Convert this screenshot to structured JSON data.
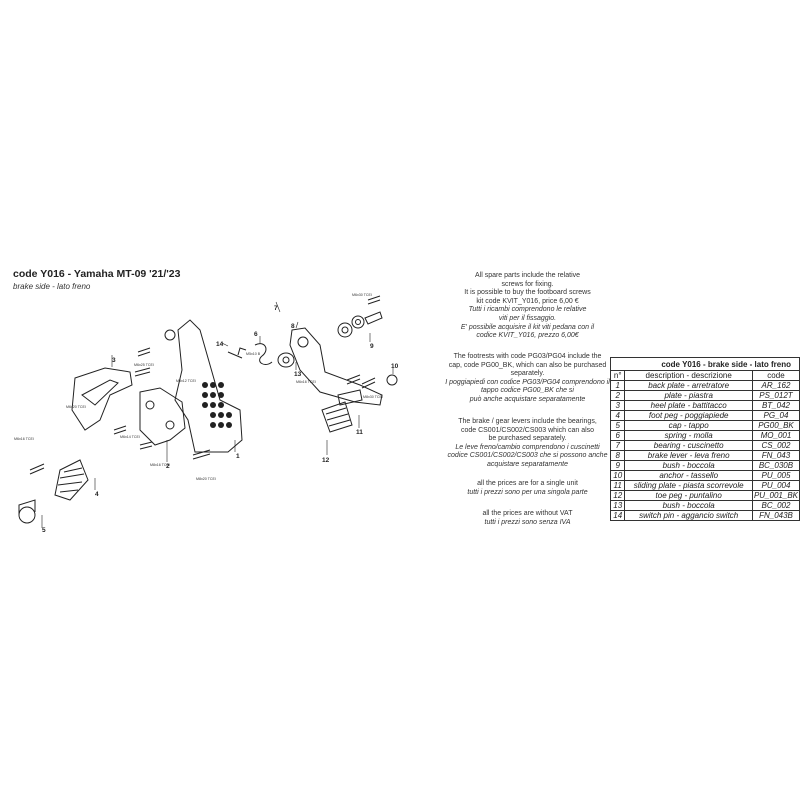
{
  "header": {
    "title": "code Y016 - Yamaha MT-09 '21/'23",
    "subtitle": "brake side - lato freno"
  },
  "callouts": [
    "1",
    "2",
    "3",
    "4",
    "5",
    "6",
    "7",
    "8",
    "9",
    "10",
    "11",
    "12",
    "13",
    "14"
  ],
  "screw_labels": {
    "s_top": "M6x30 TCEI",
    "s_left1": "M6x25 TCEI",
    "s_left2": "M6x20 TCEI",
    "s_left3": "M6x16 TCEI",
    "s_center": "M8x12 TCEI",
    "s_bottom": "M8x20 TCEI",
    "s_far": "M8x16 TCEI",
    "s_sp": "M5x10 B",
    "s_lever": "M6x16 TCEI",
    "s_right": "M8x30 TCEI",
    "s_mid": "M6x14 TCEI"
  },
  "notes": {
    "screws_en": [
      "All spare parts include the relative",
      "screws for fixing.",
      "It is possible to buy the footboard screws",
      "kit code KVIT_Y016, price 6,00 €"
    ],
    "screws_it": [
      "Tutti i ricambi comprendono le relative",
      "viti per il fissaggio.",
      "E' possibile acquisire il kit viti pedana con il",
      "codice KVIT_Y016, prezzo 6,00€"
    ],
    "footrests_en": [
      "The footrests with code PG03/PG04 include the",
      "cap, code PG00_BK, which can also be purchased",
      "separately."
    ],
    "footrests_it": [
      "I poggiapiedi con codice PG03/PG04 comprendono il",
      "tappo codice PG00_BK che si",
      "può anche acquistare separatamente"
    ],
    "bearings_en": [
      "The brake / gear levers include the bearings,",
      "code CS001/CS002/CS003 which can also",
      "be purchased separately."
    ],
    "bearings_it": [
      "Le leve freno/cambio comprendono i cuscinetti",
      "codice CS001/CS002/CS003 che si possono anche",
      "acquistare separatamente"
    ],
    "prices_en": "all the prices are for a single unit",
    "prices_it": "tutti i prezzi sono per una singola parte",
    "vat_en": "all the prices are without VAT",
    "vat_it": "tutti i prezzi sono senza IVA"
  },
  "table": {
    "title": "code Y016 - brake side - lato freno",
    "headers": [
      "n°",
      "description - descrizione",
      "code"
    ],
    "rows": [
      [
        "1",
        "back plate - arretratore",
        "AR_162"
      ],
      [
        "2",
        "plate - piastra",
        "PS_012T"
      ],
      [
        "3",
        "heel plate - battitacco",
        "BT_042"
      ],
      [
        "4",
        "foot peg - poggiapiede",
        "PG_04"
      ],
      [
        "5",
        "cap - tappo",
        "PG00_BK"
      ],
      [
        "6",
        "spring - molla",
        "MO_001"
      ],
      [
        "7",
        "bearing - cuscinetto",
        "CS_002"
      ],
      [
        "8",
        "brake lever - leva freno",
        "FN_043"
      ],
      [
        "9",
        "bush - boccola",
        "BC_030B"
      ],
      [
        "10",
        "anchor - tassello",
        "PU_005"
      ],
      [
        "11",
        "sliding plate - piasta scorrevole",
        "PU_004"
      ],
      [
        "12",
        "toe peg - puntalino",
        "PU_001_BK"
      ],
      [
        "13",
        "bush - boccola",
        "BC_002"
      ],
      [
        "14",
        "switch pin - aggancio switch",
        "FN_043B"
      ]
    ]
  }
}
